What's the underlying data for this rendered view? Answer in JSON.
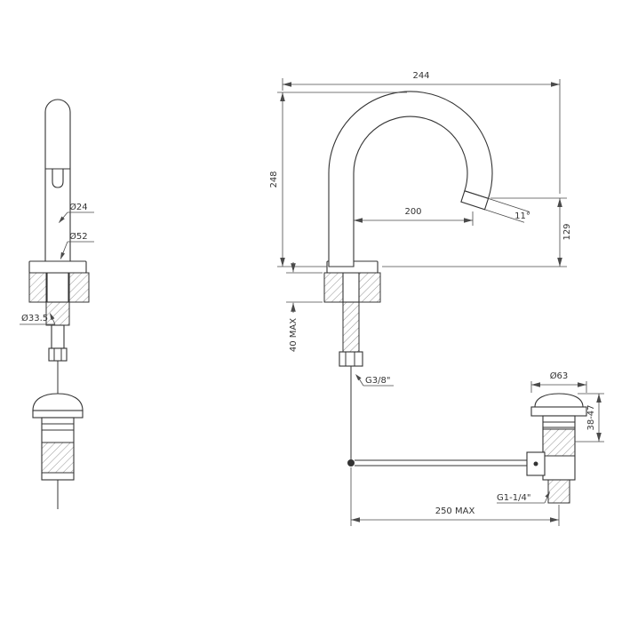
{
  "drawing": {
    "labels": {
      "top_width": "244",
      "height": "248",
      "spout_reach": "200",
      "spout_angle": "11°",
      "outlet_height": "129",
      "deck_thickness_max": "40 MAX",
      "supply_thread": "G3/8\"",
      "spout_diameter": "Ø24",
      "base_diameter": "Ø52",
      "hole_diameter": "Ø33.5",
      "waste_flange_diameter": "Ø63",
      "waste_height_range": "38-47",
      "waste_thread": "G1-1/4\"",
      "bottom_span_max": "250 MAX"
    },
    "colors": {
      "background": "#ffffff",
      "line": "#333333",
      "dimension": "#4a4a4a"
    }
  }
}
